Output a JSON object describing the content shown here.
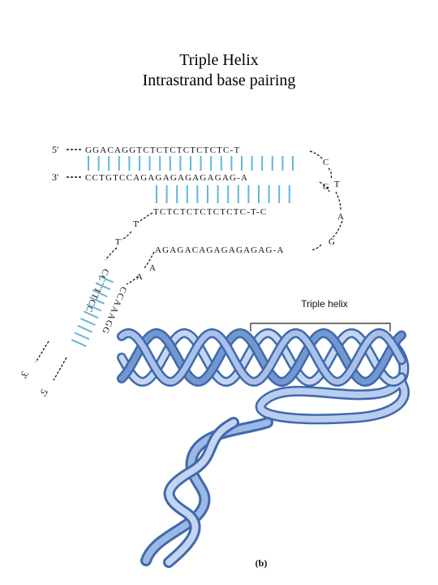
{
  "title": {
    "line1": "Triple Helix",
    "line2": "Intrastrand base pairing"
  },
  "sequence": {
    "strand1": {
      "end": "5'",
      "text": "GGACAGGTCTCTCTCTCTCTC-T"
    },
    "strand2": {
      "end": "3'",
      "text": "CCTGTCCAGAGAGAGAGAGAG-A"
    },
    "strand3": {
      "text": "TCTCTCTCTCTCTC-T-C"
    },
    "strand4": {
      "text": "AGAGACAGAGAGAGAG-A"
    },
    "loop_right": [
      "C",
      "T",
      "G",
      "A",
      "G"
    ],
    "link_upper": [
      "T",
      "T"
    ],
    "link_lower": [
      "A",
      "A"
    ],
    "tail_outer": {
      "end": "3'",
      "text": "CCTTTCC"
    },
    "tail_inner": {
      "end": "5'",
      "text": "CCAAAGG"
    }
  },
  "illustration": {
    "bracket_label": "Triple helix",
    "panel_label": "(b)"
  },
  "colors": {
    "pair_line": "#5fb7dd",
    "ribbon_dark": "#3f69ad",
    "ribbon_mid": "#7397cf",
    "ribbon_light": "#c4d6ef"
  }
}
